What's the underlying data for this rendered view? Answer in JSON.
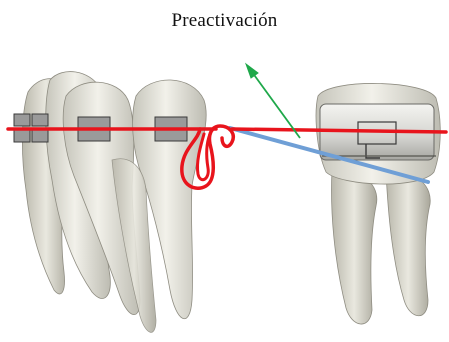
{
  "title": "Preactivación",
  "colors": {
    "archwire": "#e8141c",
    "force_vector": "#1fa84a",
    "reference_line": "#6f9fd6",
    "bracket_fill": "#9a9a9a",
    "bracket_stroke": "#3a3a3a",
    "tooth_fill": "#ecebe3",
    "tooth_shade": "#c9c8be",
    "molar_band": "#d6d6d2"
  },
  "icons": {
    "force_arrow": "arrow-up-left",
    "loop": "t-loop"
  }
}
